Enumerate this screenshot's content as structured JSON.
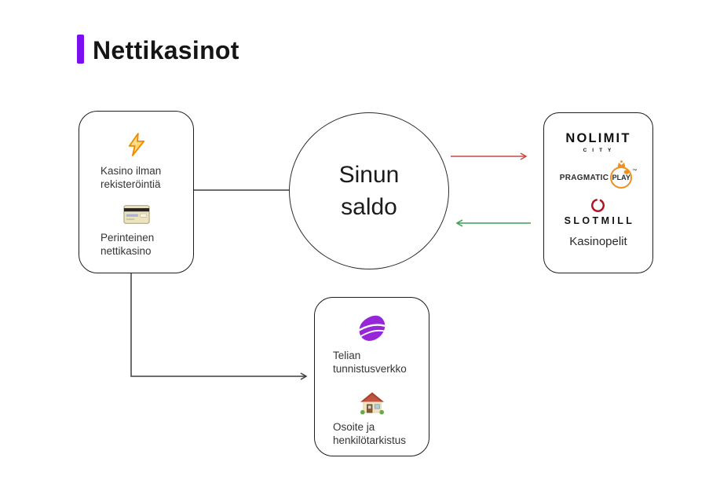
{
  "header": {
    "title": "Nettikasinot"
  },
  "colors": {
    "accent": "#7c0ef2",
    "deposit_arrow": "#c94a45",
    "payout_arrow": "#3f9d52",
    "connector": "#3f3f3f",
    "telia_purple": "#9627d8",
    "pragmatic_orange": "#ee8f1f",
    "slotmill_red": "#b5121f"
  },
  "nodes": {
    "registration": {
      "option1": "Kasino ilman rekisteröintiä",
      "option2": "Perinteinen nettikasino"
    },
    "balance": {
      "label": "Sinun saldo"
    },
    "providers": {
      "nolimit_name": "NOLIMIT",
      "nolimit_sub": "CITY",
      "pragmatic_name": "PRAGMATIC",
      "pragmatic_circle": "PLAY",
      "pragmatic_tm": "™",
      "slotmill_name": "SLOTMILL",
      "label": "Kasinopelit"
    },
    "verification": {
      "item1": "Telian tunnistusverkko",
      "item2": "Osoite ja henkilötarkistus"
    }
  }
}
